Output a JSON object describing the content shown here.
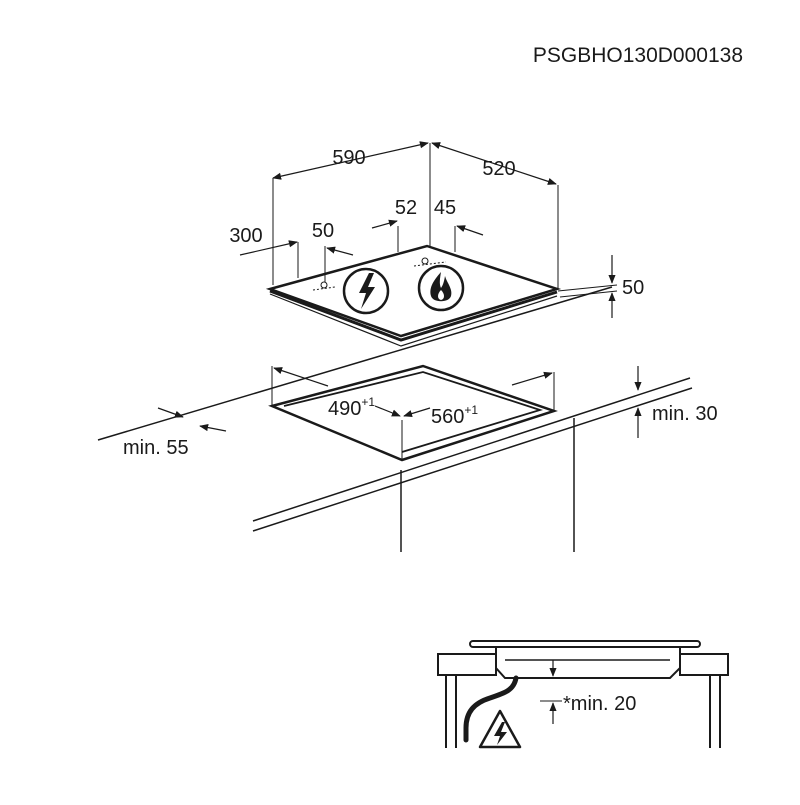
{
  "figure": {
    "code": "PSGBHO130D000138",
    "hob": {
      "width": "590",
      "depth": "520",
      "left_offset": "300",
      "left_gap": "50",
      "center_left": "52",
      "center_right": "45",
      "height": "50"
    },
    "cutout": {
      "depth": "490",
      "depth_tol": "+1",
      "width": "560",
      "width_tol": "+1",
      "front_clearance": "min. 55",
      "rear_clearance": "min. 30"
    },
    "detail": {
      "clearance": "*min. 20"
    },
    "icons": [
      "electric-zone-icon",
      "gas-flame-icon",
      "electric-warning-icon"
    ]
  }
}
